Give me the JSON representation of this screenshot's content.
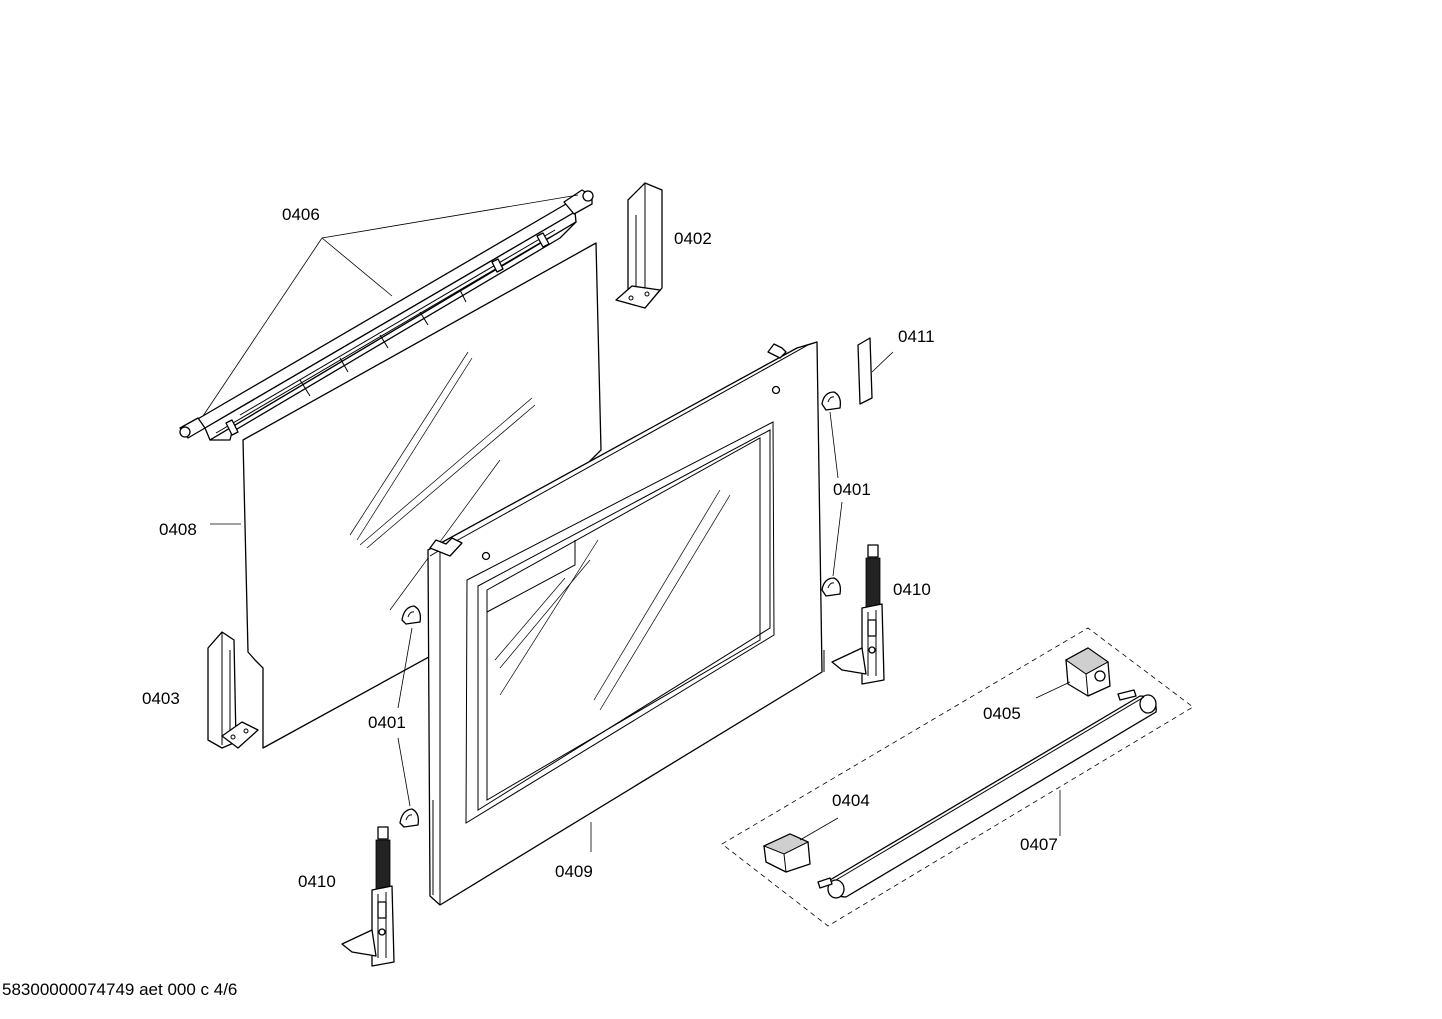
{
  "labels": {
    "p0406": "0406",
    "p0402": "0402",
    "p0411": "0411",
    "p0401_right": "0401",
    "p0408": "0408",
    "p0410_right": "0410",
    "p0403": "0403",
    "p0401_left": "0401",
    "p0405": "0405",
    "p0404": "0404",
    "p0407": "0407",
    "p0409": "0409",
    "p0410_left": "0410"
  },
  "footer": {
    "code": "58300000074749 aet 000 c 4/6"
  }
}
